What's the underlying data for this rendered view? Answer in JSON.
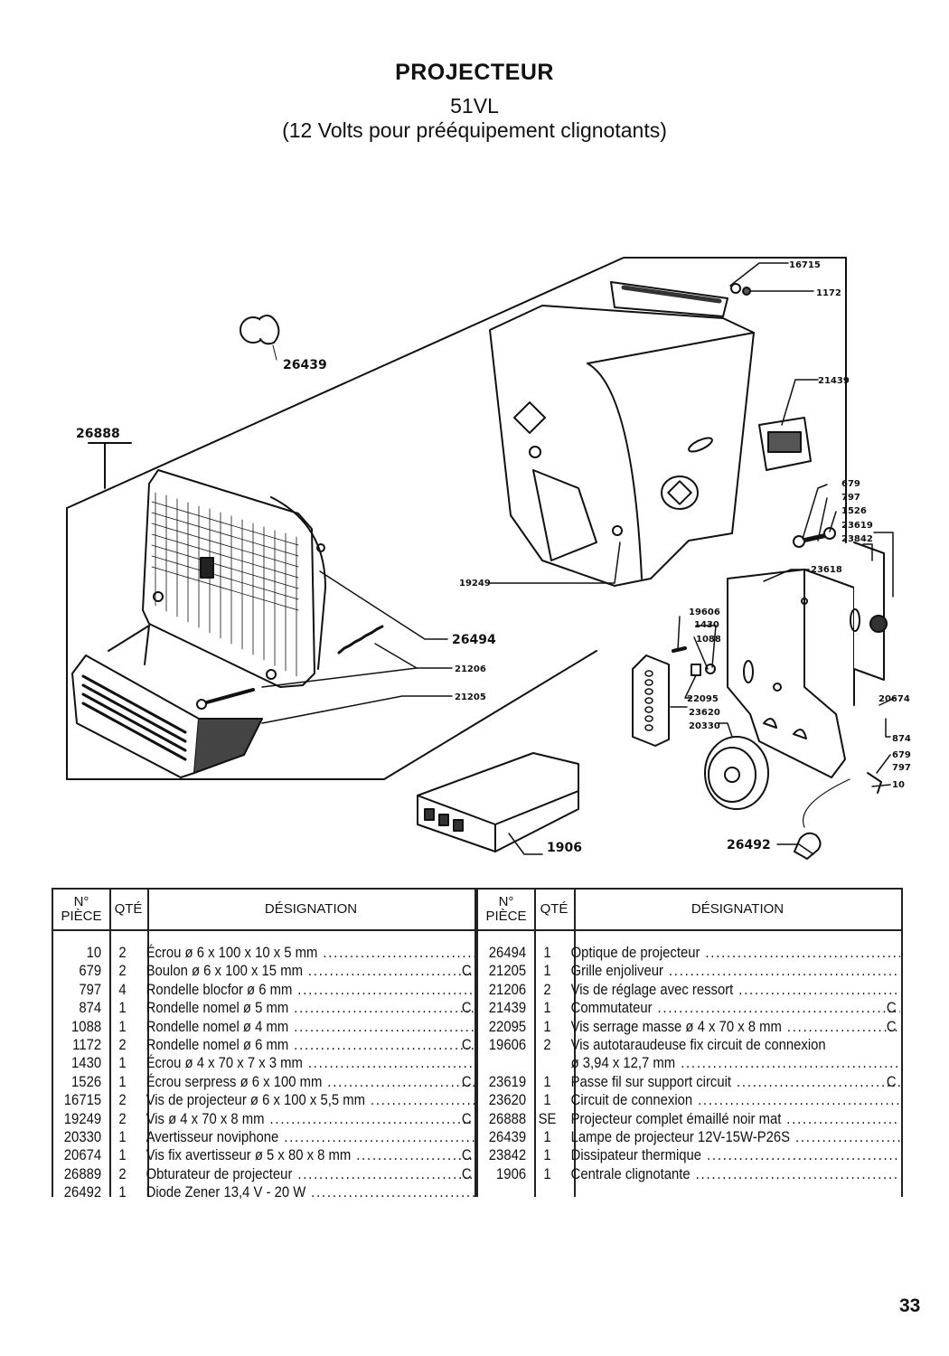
{
  "header": {
    "title": "PROJECTEUR",
    "model": "51VL",
    "subtitle": "(12 Volts pour prééquipement clignotants)"
  },
  "diagram": {
    "callouts": [
      "16715",
      "1172",
      "26439",
      "21439",
      "26888",
      "679",
      "797",
      "1526",
      "23619",
      "23842",
      "23618",
      "19249",
      "19606",
      "1430",
      "1088",
      "26494",
      "21206",
      "21205",
      "22095",
      "23620",
      "20330",
      "20674",
      "874",
      "679",
      "797",
      "10",
      "1906",
      "26492"
    ]
  },
  "table": {
    "headers": {
      "no": "N° PIÈCE",
      "no_line1": "N°",
      "no_line2": "PIÈCE",
      "qty": "QTÉ",
      "designation": "DÉSIGNATION"
    },
    "left": [
      {
        "no": "10",
        "qty": "2",
        "desc": "Écrou ø 6 x 100 x 10 x 5 mm",
        "code": ""
      },
      {
        "no": "679",
        "qty": "2",
        "desc": "Boulon ø 6 x 100 x 15 mm",
        "code": "C"
      },
      {
        "no": "797",
        "qty": "4",
        "desc": "Rondelle blocfor ø 6 mm",
        "code": ""
      },
      {
        "no": "874",
        "qty": "1",
        "desc": "Rondelle nomel ø 5 mm",
        "code": "C"
      },
      {
        "no": "1088",
        "qty": "1",
        "desc": "Rondelle nomel ø 4 mm",
        "code": ""
      },
      {
        "no": "1172",
        "qty": "2",
        "desc": "Rondelle nomel ø 6 mm",
        "code": "C"
      },
      {
        "no": "1430",
        "qty": "1",
        "desc": "Écrou ø 4 x 70 x 7 x 3 mm",
        "code": ""
      },
      {
        "no": "1526",
        "qty": "1",
        "desc": "Écrou serpress ø 6 x 100 mm",
        "code": "C"
      },
      {
        "no": "16715",
        "qty": "2",
        "desc": "Vis de projecteur ø 6 x 100 x 5,5 mm",
        "code": ""
      },
      {
        "no": "19249",
        "qty": "2",
        "desc": "Vis ø 4 x 70 x 8 mm",
        "code": "C"
      },
      {
        "no": "20330",
        "qty": "1",
        "desc": "Avertisseur noviphone",
        "code": ""
      },
      {
        "no": "20674",
        "qty": "1",
        "desc": "Vis fix avertisseur ø 5 x 80 x 8 mm",
        "code": "C"
      },
      {
        "no": "26889",
        "qty": "2",
        "desc": "Obturateur de projecteur",
        "code": "C"
      },
      {
        "no": "26492",
        "qty": "1",
        "desc": "Diode Zener 13,4 V - 20 W",
        "code": ""
      }
    ],
    "right": [
      {
        "no": "26494",
        "qty": "1",
        "desc": "Optique de projecteur",
        "code": ""
      },
      {
        "no": "21205",
        "qty": "1",
        "desc": "Grille enjoliveur",
        "code": ""
      },
      {
        "no": "21206",
        "qty": "2",
        "desc": "Vis de réglage avec ressort",
        "code": ""
      },
      {
        "no": "21439",
        "qty": "1",
        "desc": "Commutateur",
        "code": "C"
      },
      {
        "no": "22095",
        "qty": "1",
        "desc": "Vis serrage masse ø 4 x 70 x 8 mm",
        "code": "C"
      },
      {
        "no": "19606",
        "qty": "2",
        "desc": "Vis autotaraudeuse fix circuit de connexion",
        "code": ""
      },
      {
        "no": "",
        "qty": "",
        "desc": "ø 3,94 x 12,7 mm",
        "code": ""
      },
      {
        "no": "23619",
        "qty": "1",
        "desc": "Passe fil sur support circuit",
        "code": "C"
      },
      {
        "no": "23620",
        "qty": "1",
        "desc": "Circuit de connexion",
        "code": ""
      },
      {
        "no": "26888",
        "qty": "SE",
        "desc": "Projecteur complet émaillé noir mat",
        "code": ""
      },
      {
        "no": "26439",
        "qty": "1",
        "desc": "Lampe de projecteur 12V-15W-P26S",
        "code": ""
      },
      {
        "no": "23842",
        "qty": "1",
        "desc": "Dissipateur thermique",
        "code": ""
      },
      {
        "no": "1906",
        "qty": "1",
        "desc": "Centrale clignotante",
        "code": ""
      }
    ]
  },
  "footer": {
    "page_number": "33"
  }
}
